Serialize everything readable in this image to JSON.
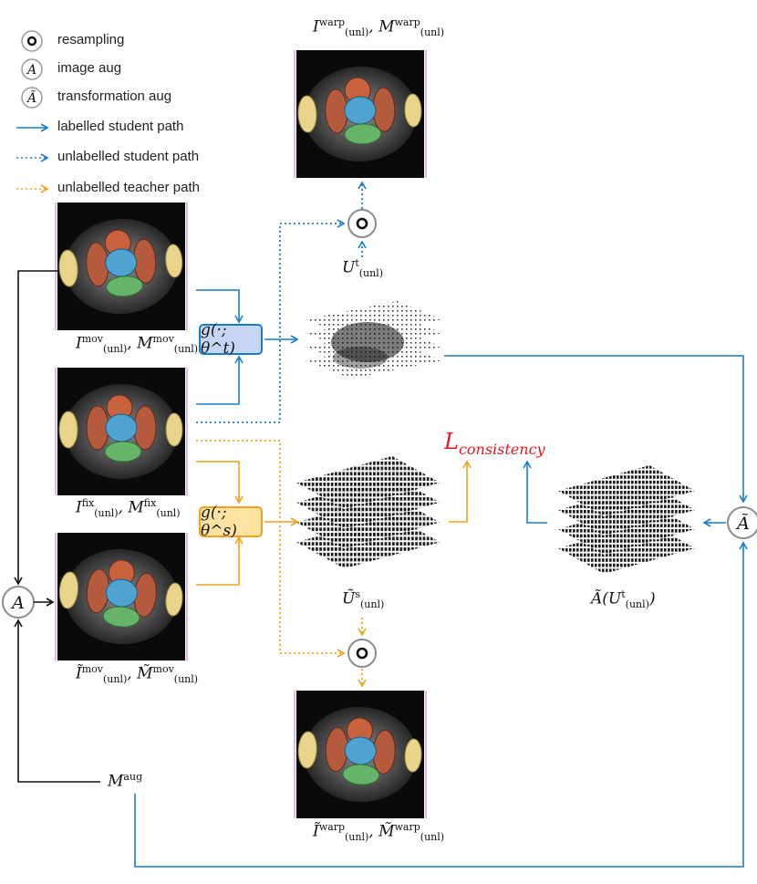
{
  "legend": {
    "resampling": "resampling",
    "image_aug": "image aug",
    "transformation_aug": "transformation aug",
    "labelled_student": "labelled student path",
    "unlabelled_student": "unlabelled student path",
    "unlabelled_teacher": "unlabelled teacher path",
    "symbol_A": "A",
    "symbol_A_tilde": "Ã"
  },
  "networks": {
    "teacher": "g(·; θ^t)",
    "student": "g(·; θ^s)"
  },
  "loss": {
    "base": "L",
    "sub": "consistency"
  },
  "labels": {
    "moving": {
      "I": "I",
      "M": "M",
      "sub": "(unl)",
      "sup": "mov"
    },
    "fixed": {
      "I": "I",
      "M": "M",
      "sub": "(unl)",
      "sup": "fix"
    },
    "moving_aug": {
      "I": "Ĩ",
      "M": "M̃",
      "sub": "(unl)",
      "sup": "mov"
    },
    "warp_top": {
      "I": "I",
      "M": "M",
      "sub": "(unl)",
      "sup": "warp"
    },
    "warp_bottom": {
      "I": "Ĩ",
      "M": "M̃",
      "sub": "(unl)",
      "sup": "warp"
    },
    "U_teacher": {
      "base": "U",
      "sub": "(unl)",
      "sup": "t"
    },
    "U_student": {
      "base": "Ũ",
      "sub": "(unl)",
      "sup": "s"
    },
    "A_of_U": {
      "pre": "Ã(U",
      "sub": "(unl)",
      "sup": "t",
      "post": ")"
    },
    "M_aug": {
      "base": "M",
      "sup": "aug"
    },
    "aug_node": "A",
    "taug_node": "Ã"
  },
  "colors": {
    "teacher": "#1b7cc8",
    "student": "#f0a21a",
    "loss": "#e8161d",
    "black": "#111111"
  }
}
